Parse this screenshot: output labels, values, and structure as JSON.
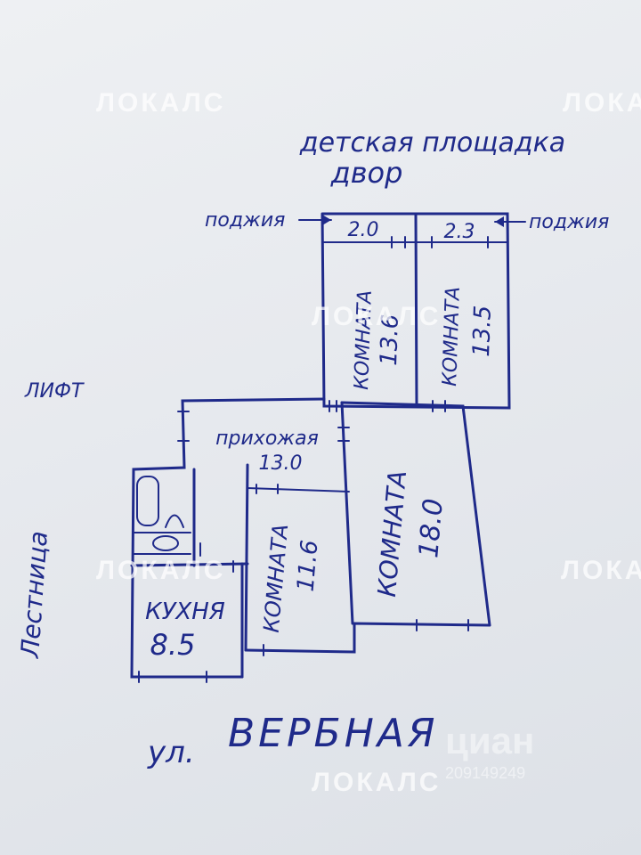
{
  "plan": {
    "playground": "детская площадка",
    "yard": "двор",
    "loggia_left": "поджия",
    "loggia_right": "поджия",
    "loggia_left_size": "2.0",
    "loggia_right_size": "2.3",
    "lift": "ЛИФТ",
    "stairs": "Лестница",
    "street_prefix": "ул.",
    "street_name": "ВЕРБНАЯ",
    "rooms": [
      {
        "label": "КОМНАТА",
        "area": "13.6"
      },
      {
        "label": "КОМНАТА",
        "area": "13.5"
      },
      {
        "label": "КОМНАТА",
        "area": "18.0"
      },
      {
        "label": "КОМНАТА",
        "area": "11.6"
      }
    ],
    "hallway": {
      "label": "прихожая",
      "area": "13.0"
    },
    "kitchen": {
      "label": "КУХНЯ",
      "area": "8.5"
    }
  },
  "watermarks": {
    "brand": "ЛОКАЛС",
    "faint_brand": "циан",
    "faint_id": "209149249"
  },
  "colors": {
    "ink": "#1f2a8a",
    "paper": "#e9ebef"
  }
}
